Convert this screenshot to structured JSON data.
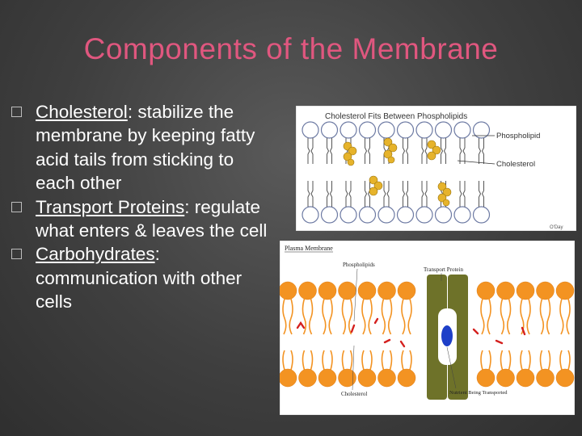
{
  "title": "Components of the Membrane",
  "bullets": [
    {
      "term": "Cholesterol",
      "text": ": stabilize the membrane by keeping fatty acid tails from sticking to each other"
    },
    {
      "term": "Transport Proteins",
      "text": ": regulate what enters & leaves the cell"
    },
    {
      "term": "Carbohydrates",
      "text": ": communication with other cells"
    }
  ],
  "figure1": {
    "title": "Cholesterol Fits Between Phospholipids",
    "label_phospholipid": "Phospholipid",
    "label_cholesterol": "Cholesterol",
    "credit": "O'Day"
  },
  "figure2": {
    "title": "Plasma Membrane",
    "label_phospholipids": "Phospholipids",
    "label_transport": "Transport Protein",
    "label_cholesterol": "Cholesterol",
    "label_nutrient": "Nutrient Being Transported"
  },
  "colors": {
    "title": "#e0577f",
    "text": "#ffffff",
    "phospholipid_head": "#f08c1a",
    "protein": "#6b6e2a",
    "cholesterol": "#d42020"
  }
}
